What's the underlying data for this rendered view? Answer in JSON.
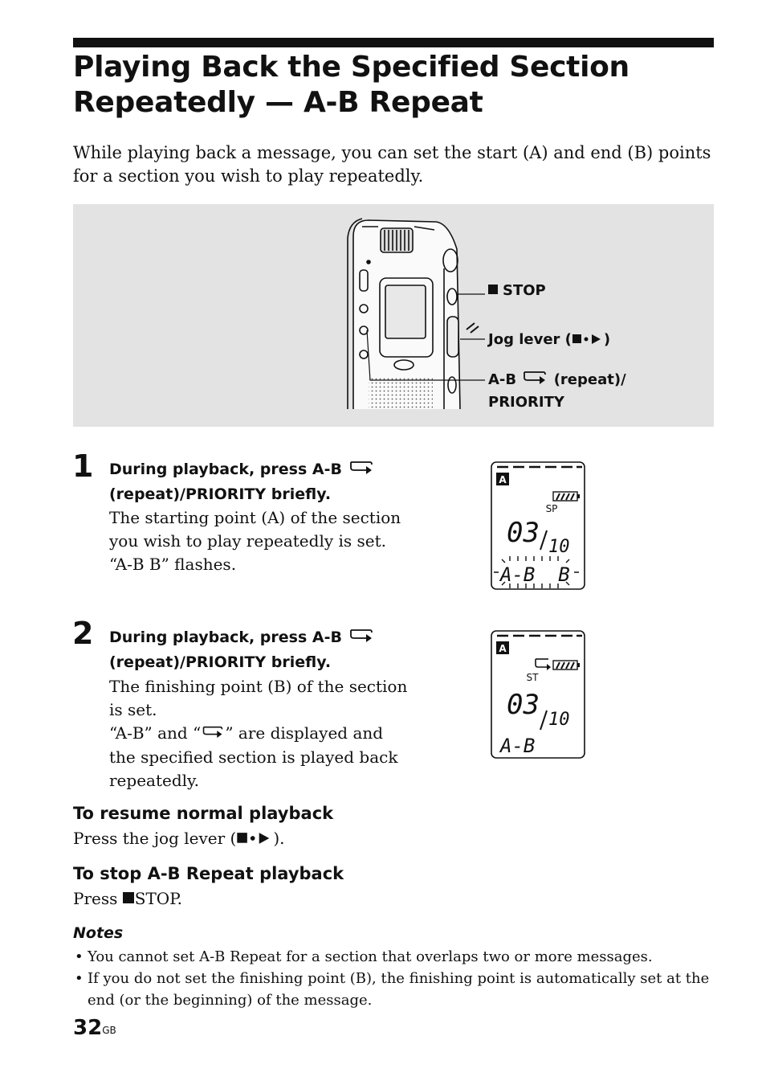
{
  "title_line1": "Playing Back the Specified Section",
  "title_line2": "Repeatedly — A-B Repeat",
  "intro": "While playing back a message, you can set the start (A) and end (B) points for a section you wish to play repeatedly.",
  "illustration": {
    "stop_label": "STOP",
    "jog_label_pre": "Jog lever (",
    "jog_label_post": ")",
    "ab_label_pre": "A-B",
    "ab_label_post": "(repeat)/",
    "ab_label_line2": "PRIORITY"
  },
  "steps": [
    {
      "number": "1",
      "head_pre": "During playback, press A-B",
      "head_line2": "(repeat)/PRIORITY briefly.",
      "body": [
        "The starting point (A) of the section",
        "you wish to play repeatedly is set.",
        "“A-B B” flashes."
      ]
    },
    {
      "number": "2",
      "head_pre": "During playback, press A-B",
      "head_line2": "(repeat)/PRIORITY briefly.",
      "body": [
        "The finishing point (B) of the section",
        "is set.",
        "“A-B” and “",
        "” are displayed and",
        "the specified section is played back",
        "repeatedly."
      ]
    }
  ],
  "display1": {
    "badge": "A",
    "mode": "SP",
    "msg": "03",
    "total": "10",
    "text": "A-B  B"
  },
  "display2": {
    "badge": "A",
    "mode": "ST",
    "msg": "03",
    "total": "10",
    "text": "A-B"
  },
  "resume": {
    "heading": "To resume normal playback",
    "text_pre": "Press the jog lever (",
    "text_post": ")."
  },
  "stop": {
    "heading": "To stop A-B Repeat playback",
    "text_pre": "Press ",
    "text_post": "STOP."
  },
  "notes": {
    "heading": "Notes",
    "items": [
      "You cannot set A-B Repeat for a section that overlaps two or more messages.",
      "If you do not set the finishing point (B), the finishing point is automatically set at the end (or the beginning) of the message."
    ]
  },
  "page": {
    "number": "32",
    "suffix": "GB"
  },
  "icons": {
    "stop": "stop-square-icon",
    "jog": "stop-dot-play-icon",
    "repeat": "repeat-arrow-icon"
  }
}
